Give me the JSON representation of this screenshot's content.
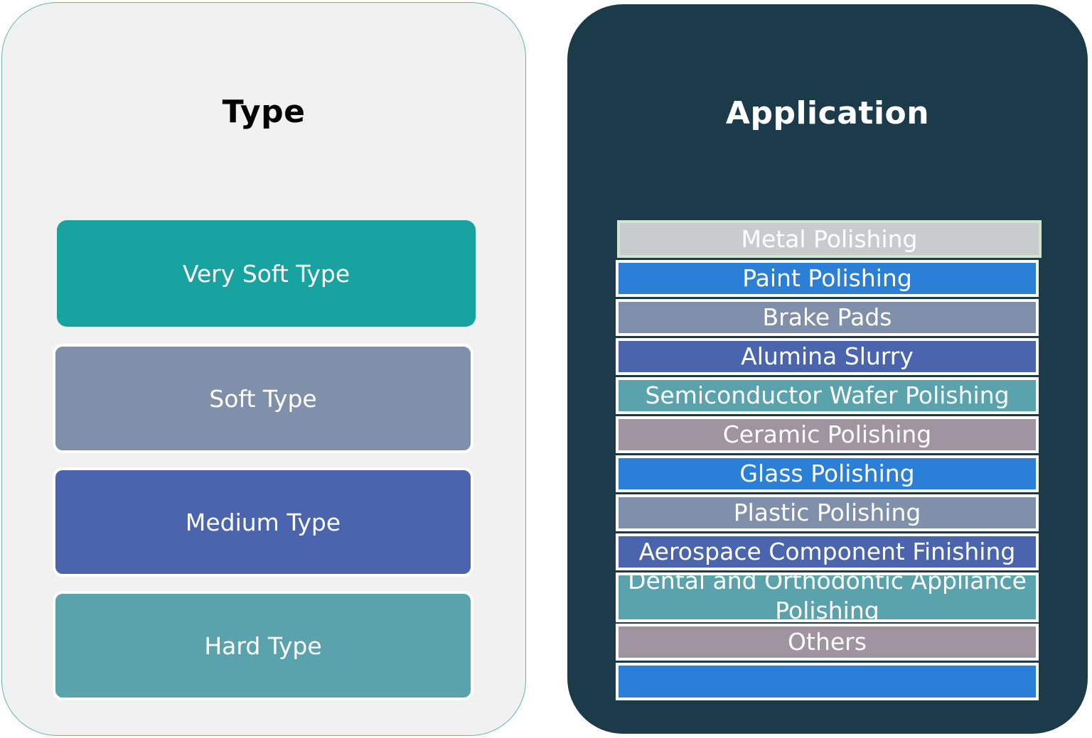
{
  "type_panel": {
    "title": "Type",
    "items": [
      {
        "label": "Very Soft Type",
        "color": "#18a3a0"
      },
      {
        "label": "Soft Type",
        "color": "#8090aa"
      },
      {
        "label": "Medium Type",
        "color": "#4a65ae"
      },
      {
        "label": "Hard Type",
        "color": "#5aa3ad"
      }
    ]
  },
  "application_panel": {
    "title": "Application",
    "items": [
      {
        "label": "Metal Polishing",
        "color": "#c8cccc"
      },
      {
        "label": "Paint Polishing",
        "color": "#2b7fd6"
      },
      {
        "label": "Brake Pads",
        "color": "#8090aa"
      },
      {
        "label": "Alumina Slurry",
        "color": "#4a65ae"
      },
      {
        "label": "Semiconductor Wafer Polishing",
        "color": "#5aa3ad"
      },
      {
        "label": "Ceramic Polishing",
        "color": "#a094a0"
      },
      {
        "label": "Glass Polishing",
        "color": "#2b7fd6"
      },
      {
        "label": "Plastic Polishing",
        "color": "#8090aa"
      },
      {
        "label": "Aerospace Component Finishing",
        "color": "#4a65ae"
      },
      {
        "label": "Dental and Orthodontic Appliance Polishing",
        "color": "#5aa3ad"
      },
      {
        "label": "Others",
        "color": "#a094a0"
      },
      {
        "label": "",
        "color": "#2b7fd6"
      }
    ]
  }
}
